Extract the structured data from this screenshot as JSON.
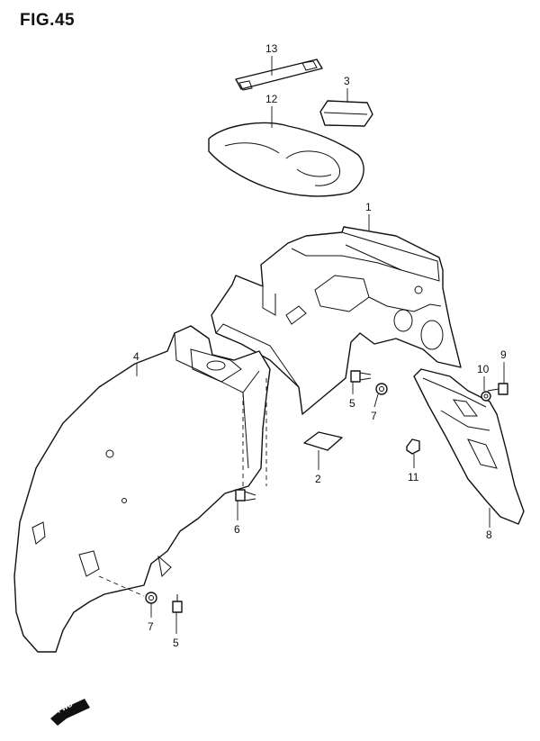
{
  "figure": {
    "title": "FIG.45"
  },
  "parts": [
    {
      "id": "label-1",
      "number": "1"
    },
    {
      "id": "label-2",
      "number": "2"
    },
    {
      "id": "label-3",
      "number": "3"
    },
    {
      "id": "label-4",
      "number": "4"
    },
    {
      "id": "label-5a",
      "number": "5"
    },
    {
      "id": "label-5b",
      "number": "5"
    },
    {
      "id": "label-6",
      "number": "6"
    },
    {
      "id": "label-7a",
      "number": "7"
    },
    {
      "id": "label-7b",
      "number": "7"
    },
    {
      "id": "label-8",
      "number": "8"
    },
    {
      "id": "label-9",
      "number": "9"
    },
    {
      "id": "label-10",
      "number": "10"
    },
    {
      "id": "label-11",
      "number": "11"
    },
    {
      "id": "label-12",
      "number": "12"
    },
    {
      "id": "label-13",
      "number": "13"
    }
  ],
  "direction_marker": {
    "text": "FWD"
  }
}
